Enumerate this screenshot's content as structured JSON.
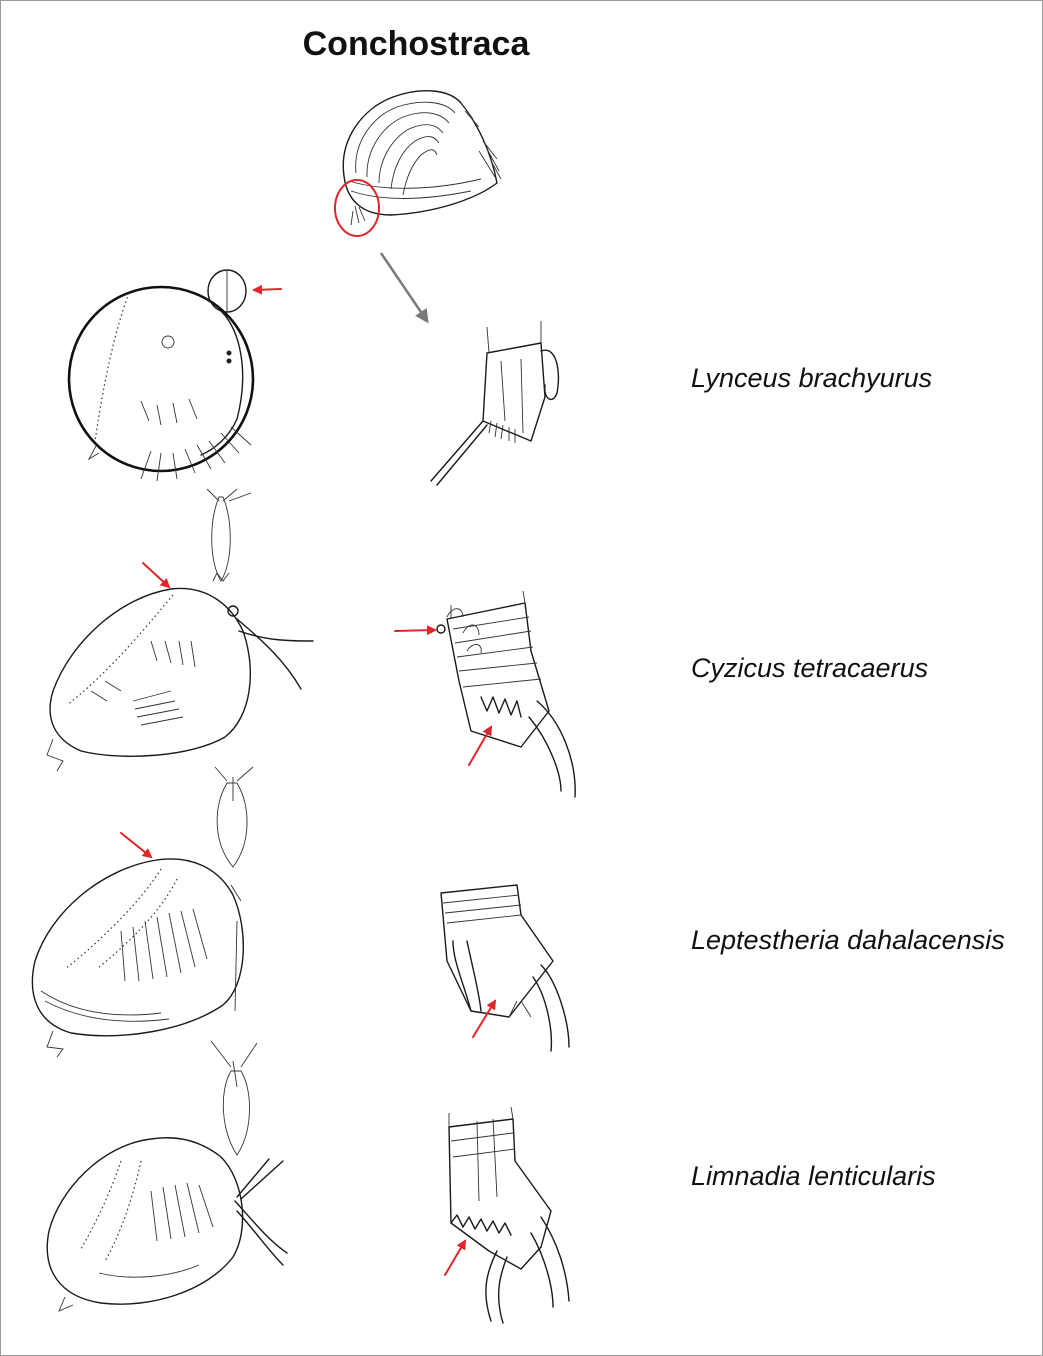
{
  "title": "Conchostraca",
  "species": [
    {
      "name": "Lynceus brachyurus"
    },
    {
      "name": "Cyzicus tetracaerus"
    },
    {
      "name": "Leptestheria dahalacensis"
    },
    {
      "name": "Limnadia lenticularis"
    }
  ],
  "colors": {
    "arrow_red": "#e0262a",
    "arrow_gray": "#7a7a7a",
    "ink": "#1a1a1a"
  }
}
